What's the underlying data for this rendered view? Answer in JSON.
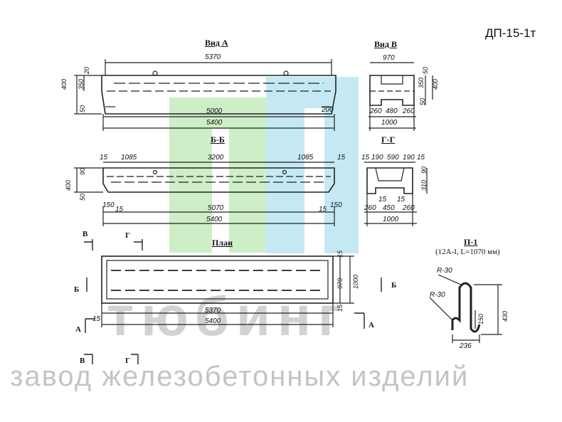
{
  "product_code": "ДП-15-1т",
  "views": {
    "vid_a": "Вид А",
    "vid_v": "Вид В",
    "section_bb": "Б-Б",
    "section_gg": "Г-Г",
    "plan": "План",
    "detail_p1": "П-1",
    "detail_p1_note": "(12A-I, L=1070 мм)"
  },
  "dims": {
    "vid_a_top": "5370",
    "vid_a_inner": "5000",
    "vid_a_total": "5400",
    "vid_a_end": "200",
    "vid_a_left": [
      "400",
      "350",
      "20",
      "50"
    ],
    "vid_v_top": "970",
    "vid_v_bottom": [
      "260",
      "480",
      "260"
    ],
    "vid_v_total": "1000",
    "vid_v_right": [
      "350",
      "50",
      "400"
    ],
    "vid_v_left": "50",
    "bb_top": [
      "15",
      "1085",
      "3200",
      "1085",
      "15"
    ],
    "bb_left": [
      "90",
      "400",
      "50"
    ],
    "bb_bottom_left": [
      "150",
      "15"
    ],
    "bb_bottom_mid": "5070",
    "bb_bottom_right": [
      "15",
      "150"
    ],
    "bb_total": "5400",
    "gg_top": [
      "15",
      "190",
      "590",
      "190",
      "15"
    ],
    "gg_right": [
      "90",
      "310"
    ],
    "gg_mid": [
      "15",
      "15"
    ],
    "gg_bottom": [
      "260",
      "450",
      "260"
    ],
    "gg_total": "1000",
    "plan_top": "5370",
    "plan_total": "5400",
    "plan_left_15": "15",
    "plan_right": [
      "15",
      "970",
      "1000",
      "15"
    ],
    "p1_radius_top": "R-30",
    "p1_radius_left": "R-30",
    "p1_height": "430",
    "p1_small": "150",
    "p1_width": "236"
  },
  "markers": {
    "v": "В",
    "g": "Г",
    "b": "Б",
    "a": "А"
  },
  "watermark": {
    "brand": "тюбинг",
    "tagline": "завод железобетонных изделий",
    "colors": {
      "green": "#cdeec6",
      "blue": "#c5e9f4",
      "gray": "#d2d2d2"
    }
  }
}
